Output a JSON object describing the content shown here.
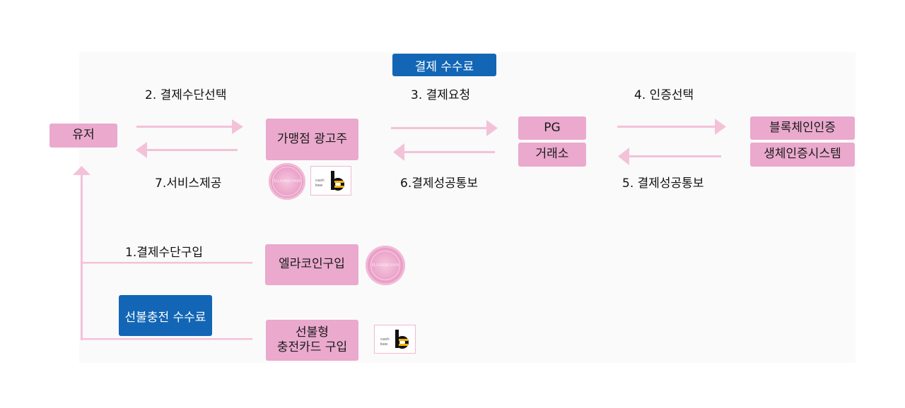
{
  "tags": {
    "payment_fee": "결제 수수료",
    "prepaid_fee": "선불충전 수수료"
  },
  "nodes": {
    "user": "유저",
    "merchant": "가맹점 광고주",
    "pg": "PG",
    "exchange": "거래소",
    "blockchain_auth": "블록체인인증",
    "biometric_auth": "생체인증시스템",
    "buy_coin": "엘라코인구입",
    "prepaid_card_line1": "선불형",
    "prepaid_card_line2": "충전카드 구입"
  },
  "steps": {
    "s1": "1.결제수단구입",
    "s2": "2. 결제수단선택",
    "s3": "3. 결제요청",
    "s4": "4. 인증선택",
    "s5": "5. 결제성공통보",
    "s6": "6.결제성공통보",
    "s7": "7.서비스제공"
  },
  "logos": {
    "coin_text": "ELLAARACHAIN",
    "cashbee_text": "cash bee"
  },
  "colors": {
    "node_fill": "#eaa9cd",
    "arrow": "#f3c2d9",
    "tag_fill": "#1266b5"
  }
}
